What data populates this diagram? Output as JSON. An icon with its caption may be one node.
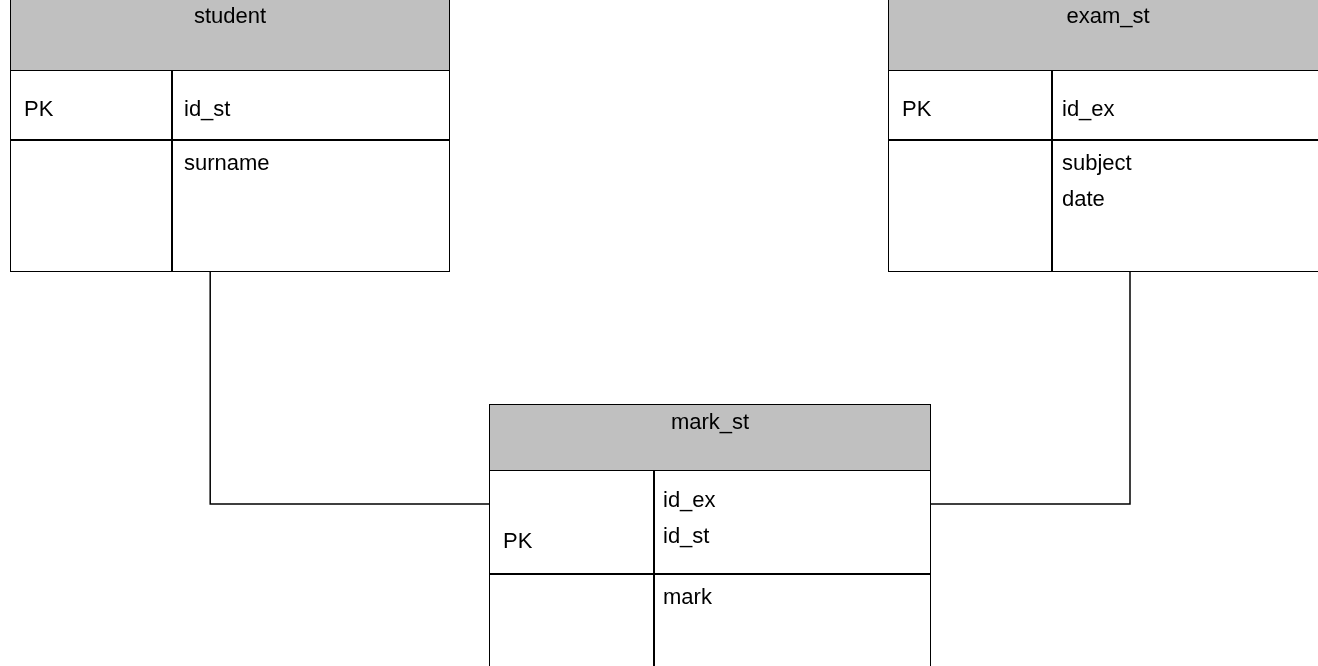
{
  "diagram": {
    "nodes": [
      {
        "text": [
          "student"
        ]
      },
      {
        "text": [
          "PK"
        ],
        "in": 0
      },
      {
        "text": [
          "id_st"
        ],
        "in": 0
      },
      {
        "text": [
          "surname"
        ],
        "in": 0
      },
      {
        "text": [
          "exam_st"
        ]
      },
      {
        "text": [
          "PK"
        ],
        "in": 4
      },
      {
        "text": [
          "id_ex"
        ],
        "in": 4
      },
      {
        "text": [
          "subject",
          "date"
        ],
        "in": 4
      },
      {
        "text": [
          "mark_st"
        ]
      },
      {
        "text": [
          "PK"
        ],
        "in": 8
      },
      {
        "text": [
          "id_ex",
          "id_st"
        ],
        "in": 8
      },
      {
        "text": [
          "mark"
        ],
        "in": 8
      }
    ],
    "edges": [
      {
        "from": 0,
        "to": 8,
        "arrow": "none"
      },
      {
        "from": 4,
        "to": 8,
        "arrow": "none"
      }
    ]
  }
}
